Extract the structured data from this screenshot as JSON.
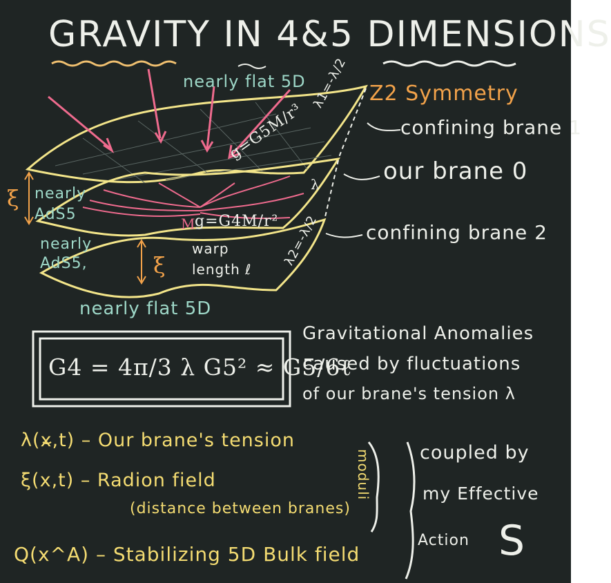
{
  "title": "GRAVITY IN 4&5 DIMENSIONS",
  "labels": {
    "nearly_flat_top": "nearly flat 5D",
    "z2": "Z2 Symmetry",
    "lambda_half_top": "λ1=-λ/2",
    "g5_formula": "g=G5M/r³",
    "confining1": "confining brane 1",
    "our_brane": "our brane 0",
    "xi_left": "ξ",
    "nearly_ads_top": "nearly AdS5",
    "m_label": "M",
    "g4_formula": "g=G4M/r²",
    "lambda_mid": "λ",
    "lambda_half_bottom": "λ2=-λ/2",
    "confining2": "confining brane 2",
    "nearly_ads_bottom": "nearly AdS5,",
    "xi_mid": "ξ",
    "warp_length": "warp length ℓ",
    "nearly_flat_bottom": "nearly flat 5D"
  },
  "equation": "G4 = 4π/3 λ G5² ≈ G5/6ℓ",
  "anomalies": [
    "Gravitational Anomalies",
    "caused by fluctuations",
    "of our brane's tension λ"
  ],
  "definitions": [
    "λ(x,t) – Our brane's tension",
    "ξ(x,t) – Radion field",
    "(distance between branes)",
    "Q(x^A) – Stabilizing 5D Bulk field"
  ],
  "moduli": "moduli",
  "coupled": [
    "coupled by",
    "my Effective",
    "Action"
  ],
  "action_symbol": "S"
}
